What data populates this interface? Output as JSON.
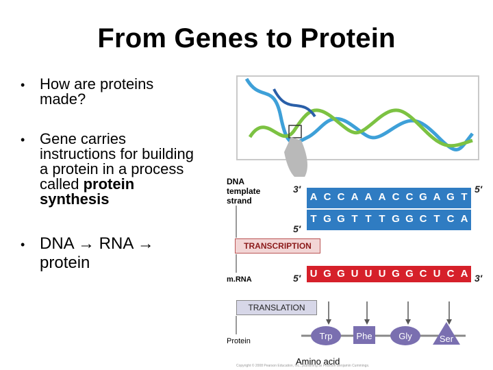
{
  "slide": {
    "title": "From Genes to Protein",
    "bullets": [
      {
        "lines": [
          "How are proteins",
          "made?"
        ]
      },
      {
        "lines": [
          "Gene carries",
          "instructions for building",
          "a protein in a process"
        ],
        "line4_prefix": "called ",
        "line4_bold": "protein",
        "line5_bold": "synthesis"
      },
      {
        "line1": "DNA → RNA →",
        "line2": "protein"
      }
    ],
    "bullet_char": "•"
  },
  "figure": {
    "dna_label_lines": [
      "DNA",
      "template",
      "strand"
    ],
    "prime_top_left": "3′",
    "prime_top_right": "5′",
    "prime_bottom_left": "5′",
    "prime_mrna_left": "5′",
    "prime_mrna_right": "3′",
    "dna_top_bases": [
      "A",
      "C",
      "C",
      "A",
      "A",
      "A",
      "C",
      "C",
      "G",
      "A",
      "G",
      "T"
    ],
    "dna_bottom_bases": [
      "T",
      "G",
      "G",
      "T",
      "T",
      "T",
      "G",
      "G",
      "C",
      "T",
      "C",
      "A"
    ],
    "transcription_label": "TRANSCRIPTION",
    "mrna_label": "m.RNA",
    "mrna_bases": [
      "U",
      "G",
      "G",
      "U",
      "U",
      "U",
      "G",
      "G",
      "C",
      "U",
      "C",
      "A"
    ],
    "translation_label": "TRANSLATION",
    "protein_label": "Protein",
    "amino_acids": [
      "Trp",
      "Phe",
      "Gly",
      "Ser"
    ],
    "amino_acid_label": "Amino acid",
    "dna_color": "#2f7cc2",
    "mrna_color": "#d6202a",
    "amino_color": "#7a6fb0",
    "copyright": "Copyright © 2008 Pearson Education, Inc., publishing as Pearson Benjamin Cummings."
  }
}
